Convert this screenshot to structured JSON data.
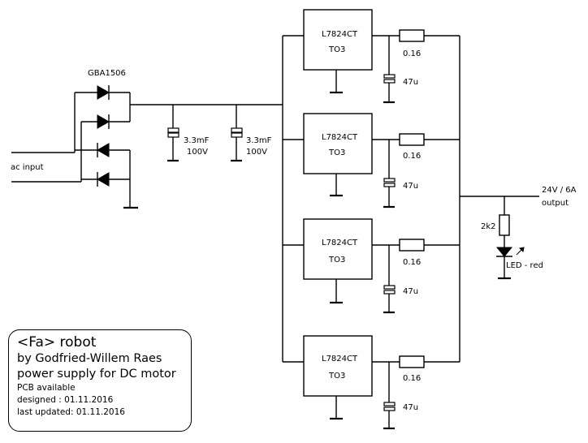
{
  "bridge": {
    "label": "GBA1506"
  },
  "input": {
    "label": "ac input"
  },
  "filter_caps": [
    {
      "value": "3.3mF",
      "voltage": "100V"
    },
    {
      "value": "3.3mF",
      "voltage": "100V"
    }
  ],
  "regulators": [
    {
      "part": "L7824CT",
      "package": "TO3",
      "resistor": "0.16",
      "cap": "47u"
    },
    {
      "part": "L7824CT",
      "package": "TO3",
      "resistor": "0.16",
      "cap": "47u"
    },
    {
      "part": "L7824CT",
      "package": "TO3",
      "resistor": "0.16",
      "cap": "47u"
    },
    {
      "part": "L7824CT",
      "package": "TO3",
      "resistor": "0.16",
      "cap": "47u"
    }
  ],
  "output": {
    "voltage": "24V / 6A",
    "label": "output"
  },
  "indicator": {
    "resistor": "2k2",
    "led": "LED - red"
  },
  "info": {
    "title": "<Fa> robot",
    "author": "by Godfried-Willem Raes",
    "subtitle": "power supply for DC motor",
    "pcb": "PCB available",
    "designed": "designed : 01.11.2016",
    "updated": "last updated: 01.11.2016"
  }
}
